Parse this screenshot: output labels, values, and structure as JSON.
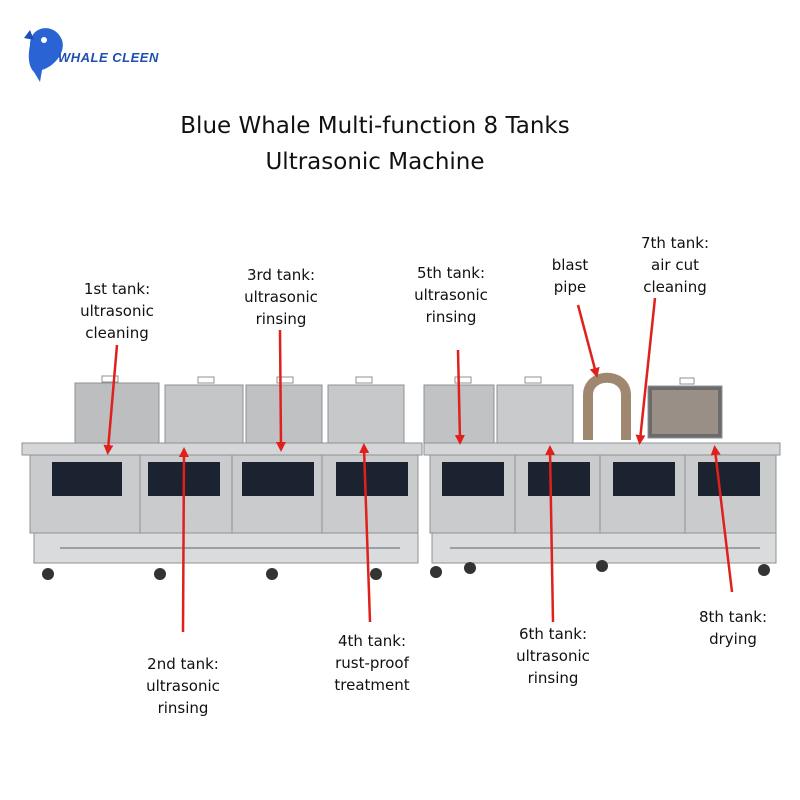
{
  "brand": {
    "name": "WHALE CLEEN"
  },
  "title": {
    "line1": "Blue Whale Multi-function 8 Tanks",
    "line2": "Ultrasonic Machine"
  },
  "labels": {
    "t1": [
      "1st tank:",
      "ultrasonic",
      "cleaning"
    ],
    "t2": [
      "2nd tank:",
      "ultrasonic",
      "rinsing"
    ],
    "t3": [
      "3rd tank:",
      "ultrasonic",
      "rinsing"
    ],
    "t4": [
      "4th tank:",
      "rust-proof",
      "treatment"
    ],
    "t5": [
      "5th tank:",
      "ultrasonic",
      "rinsing"
    ],
    "t6": [
      "6th tank:",
      "ultrasonic",
      "rinsing"
    ],
    "blast": [
      "blast",
      "pipe"
    ],
    "t7": [
      "7th tank:",
      "air cut",
      "cleaning"
    ],
    "t8": [
      "8th tank:",
      "drying"
    ]
  },
  "colors": {
    "arrow": "#e0201c",
    "brand": "#1f4fb3",
    "steel": "#c9cbcd",
    "steel_dark": "#8e9194",
    "panel": "#1b2230"
  }
}
